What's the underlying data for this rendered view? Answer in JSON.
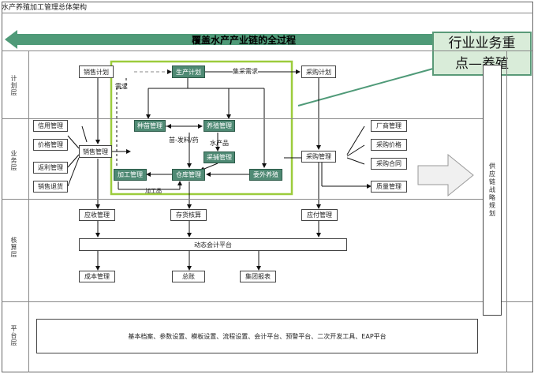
{
  "title": "水产养殖加工管理总体架构",
  "banner": "覆盖水产产业链的全过程",
  "callout": [
    "行业业务重",
    "点—养殖"
  ],
  "layers": {
    "plan": "计划层",
    "business": "业务层",
    "accounting": "核算层",
    "platform": "平台层"
  },
  "plan_nodes": {
    "sales_plan": "销售计划",
    "production_plan": "生产计划",
    "purchase_plan": "采购计划"
  },
  "plan_labels": {
    "collect_demand": "集采需求",
    "demand": "需求"
  },
  "business_nodes": {
    "credit": "信用管理",
    "price": "价格管理",
    "rebate": "返利管理",
    "sales_return": "销售退货",
    "sales_mgmt": "销售管理",
    "seedling": "种苗管理",
    "breeding": "养殖管理",
    "fishing": "采捕管理",
    "processing": "加工管理",
    "warehouse": "仓库管理",
    "outsourced": "委外养殖",
    "purchase_mgmt": "采购管理",
    "supplier": "厂商管理",
    "purchase_price": "采购价格",
    "purchase_contract": "采购合同",
    "quality": "质量管理"
  },
  "business_labels": {
    "feed": "苗-发料/药",
    "aquatic": "水产品",
    "processed": "加工品"
  },
  "accounting_nodes": {
    "receivable": "应收管理",
    "inventory": "存货核算",
    "payable": "应付管理",
    "dynamic_platform": "动态会计平台",
    "cost": "成本管理",
    "ledger": "总账",
    "group_report": "集团报表"
  },
  "supply_chain": "供应链战略规划",
  "platform_text": "基本档案、参数设置、模板设置、流程设置、会计平台、预警平台、二次开发工具、EAP平台",
  "colors": {
    "green_box": "#4f8a74",
    "banner_arrow": "#4f9a78",
    "highlight_frame": "#9ccc3c",
    "callout_bg": "#d9ecd9",
    "gray_arrow": "#a0a0a0"
  }
}
